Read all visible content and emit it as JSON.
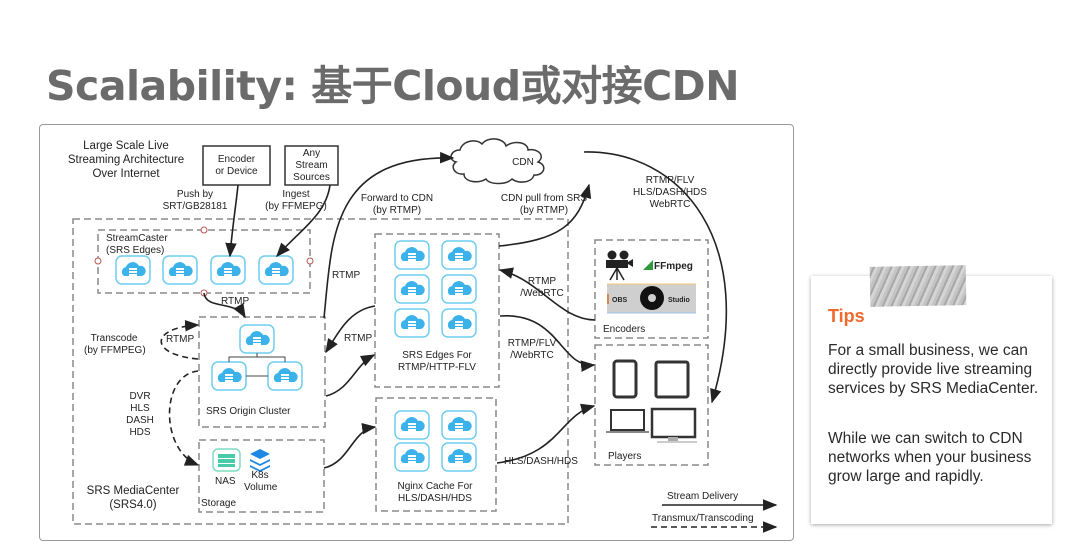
{
  "slide": {
    "title": "Scalability: 基于Cloud或对接CDN"
  },
  "diagram": {
    "heading": [
      "Large Scale Live",
      "Streaming Architecture",
      "Over Internet"
    ],
    "sources": {
      "encoder": [
        "Encoder",
        "or Device"
      ],
      "any_stream": [
        "Any",
        "Stream",
        "Sources"
      ]
    },
    "cdn_label": "CDN",
    "edge_labels": {
      "push_by": [
        "Push by",
        "SRT/GB28181"
      ],
      "ingest": [
        "Ingest",
        "(by FFMEPG)"
      ],
      "forward_cdn": [
        "Forward to CDN",
        "(by RTMP)"
      ],
      "cdn_pull": [
        "CDN pull from SRS",
        "(by RTMP)"
      ],
      "cdn_out": [
        "RTMP/FLV",
        "HLS/DASH/HDS",
        "WebRTC"
      ],
      "rtmp_caster_origin": "RTMP",
      "rtmp_origin_up": "RTMP",
      "rtmp_edges_origin": "RTMP",
      "transcode": [
        "Transcode",
        "(by FFMPEG)"
      ],
      "rtmp_transcode": "RTMP",
      "dvr": [
        "DVR",
        "HLS",
        "DASH",
        "HDS"
      ],
      "rtmp_webrtc_in": [
        "RTMP",
        "/WebRTC"
      ],
      "rtmp_flv_out": [
        "RTMP/FLV",
        "/WebRTC"
      ],
      "hls_out": "HLS/DASH/HDS"
    },
    "groups": {
      "streamcaster": [
        "StreamCaster",
        "(SRS Edges)"
      ],
      "origin": "SRS Origin Cluster",
      "storage": "Storage",
      "nas": "NAS",
      "k8s": [
        "K8s",
        "Volume"
      ],
      "mediacenter": [
        "SRS MediaCenter",
        "(SRS4.0)"
      ],
      "srs_edges": [
        "SRS Edges For",
        "RTMP/HTTP-FLV"
      ],
      "nginx": [
        "Nginx Cache For",
        "HLS/DASH/HDS"
      ],
      "encoders": "Encoders",
      "players": "Players"
    },
    "encoder_logos": {
      "ffmpeg": "FFmpeg",
      "obs_left": "OBS",
      "obs_right": "Studio"
    },
    "legend": {
      "solid": "Stream Delivery",
      "dashed": "Transmux/Transcoding"
    },
    "colors": {
      "server_icon": "#3bb3ea",
      "nas_icon": "#48cba6",
      "k8s_icon": "#1e88e5",
      "dashed_box": "#8a8a8a"
    }
  },
  "tips": {
    "title": "Tips",
    "paragraph1": "For a small business, we can directly provide live streaming services by SRS MediaCenter.",
    "paragraph2": "While we can switch to CDN networks when your business grow large and rapidly."
  }
}
